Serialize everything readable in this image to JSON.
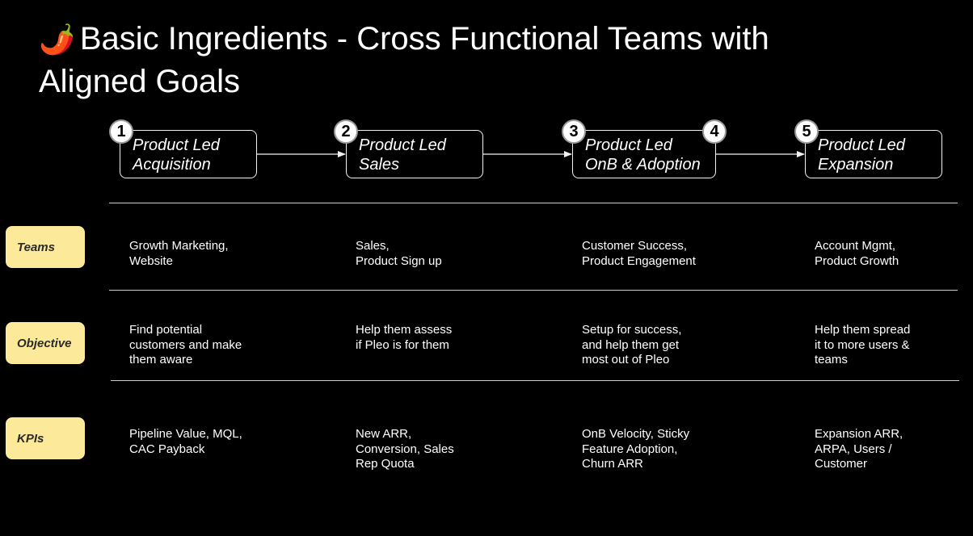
{
  "title": {
    "icon": "🌶️",
    "text": "Basic Ingredients - Cross Functional Teams with Aligned Goals"
  },
  "stages": [
    {
      "badge": "1",
      "label": "Product Led\nAcquisition"
    },
    {
      "badge": "2",
      "label": "Product Led\nSales"
    },
    {
      "badge": "3",
      "badge_end": "4",
      "label": "Product Led\nOnB & Adoption"
    },
    {
      "badge": "5",
      "label": "Product Led\nExpansion"
    }
  ],
  "rows": [
    {
      "label": "Teams",
      "cells": [
        "Growth Marketing,\nWebsite",
        "Sales,\nProduct Sign up",
        "Customer Success,\nProduct Engagement",
        "Account Mgmt,\nProduct Growth"
      ]
    },
    {
      "label": "Objective",
      "cells": [
        "Find potential\ncustomers and make\nthem aware",
        "Help them assess\nif Pleo is for them",
        "Setup for success,\nand help them get\nmost out of Pleo",
        "Help them spread\nit to more users &\nteams"
      ]
    },
    {
      "label": "KPIs",
      "cells": [
        "Pipeline Value, MQL,\nCAC Payback",
        "New ARR,\nConversion, Sales\nRep Quota",
        "OnB Velocity, Sticky\nFeature Adoption,\nChurn ARR",
        "Expansion ARR,\nARPA, Users /\nCustomer"
      ]
    }
  ]
}
